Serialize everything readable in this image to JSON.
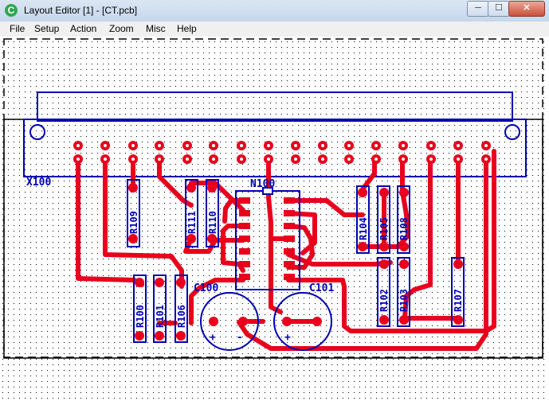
{
  "window": {
    "title": "Layout Editor [1] - [CT.pcb]",
    "app_icon_glyph": "C",
    "minimize_glyph": "─",
    "maximize_glyph": "☐",
    "close_glyph": "✕"
  },
  "menu": [
    "File",
    "Setup",
    "Action",
    "Zoom",
    "Misc",
    "Help"
  ],
  "colors": {
    "trace": "#e8001c",
    "outline": "#0000b4",
    "grid_dot": "#000000",
    "background": "#ffffff"
  },
  "board": {
    "connector_label": "X100",
    "ic_label": "N100",
    "resistors": [
      "R109",
      "R111",
      "R110",
      "R104",
      "R105",
      "R108",
      "R102",
      "R103",
      "R107",
      "R100",
      "R101",
      "R106"
    ],
    "capacitors": [
      "C100",
      "C101"
    ],
    "polarity": {
      "plus": "+",
      "minus": "-"
    }
  }
}
